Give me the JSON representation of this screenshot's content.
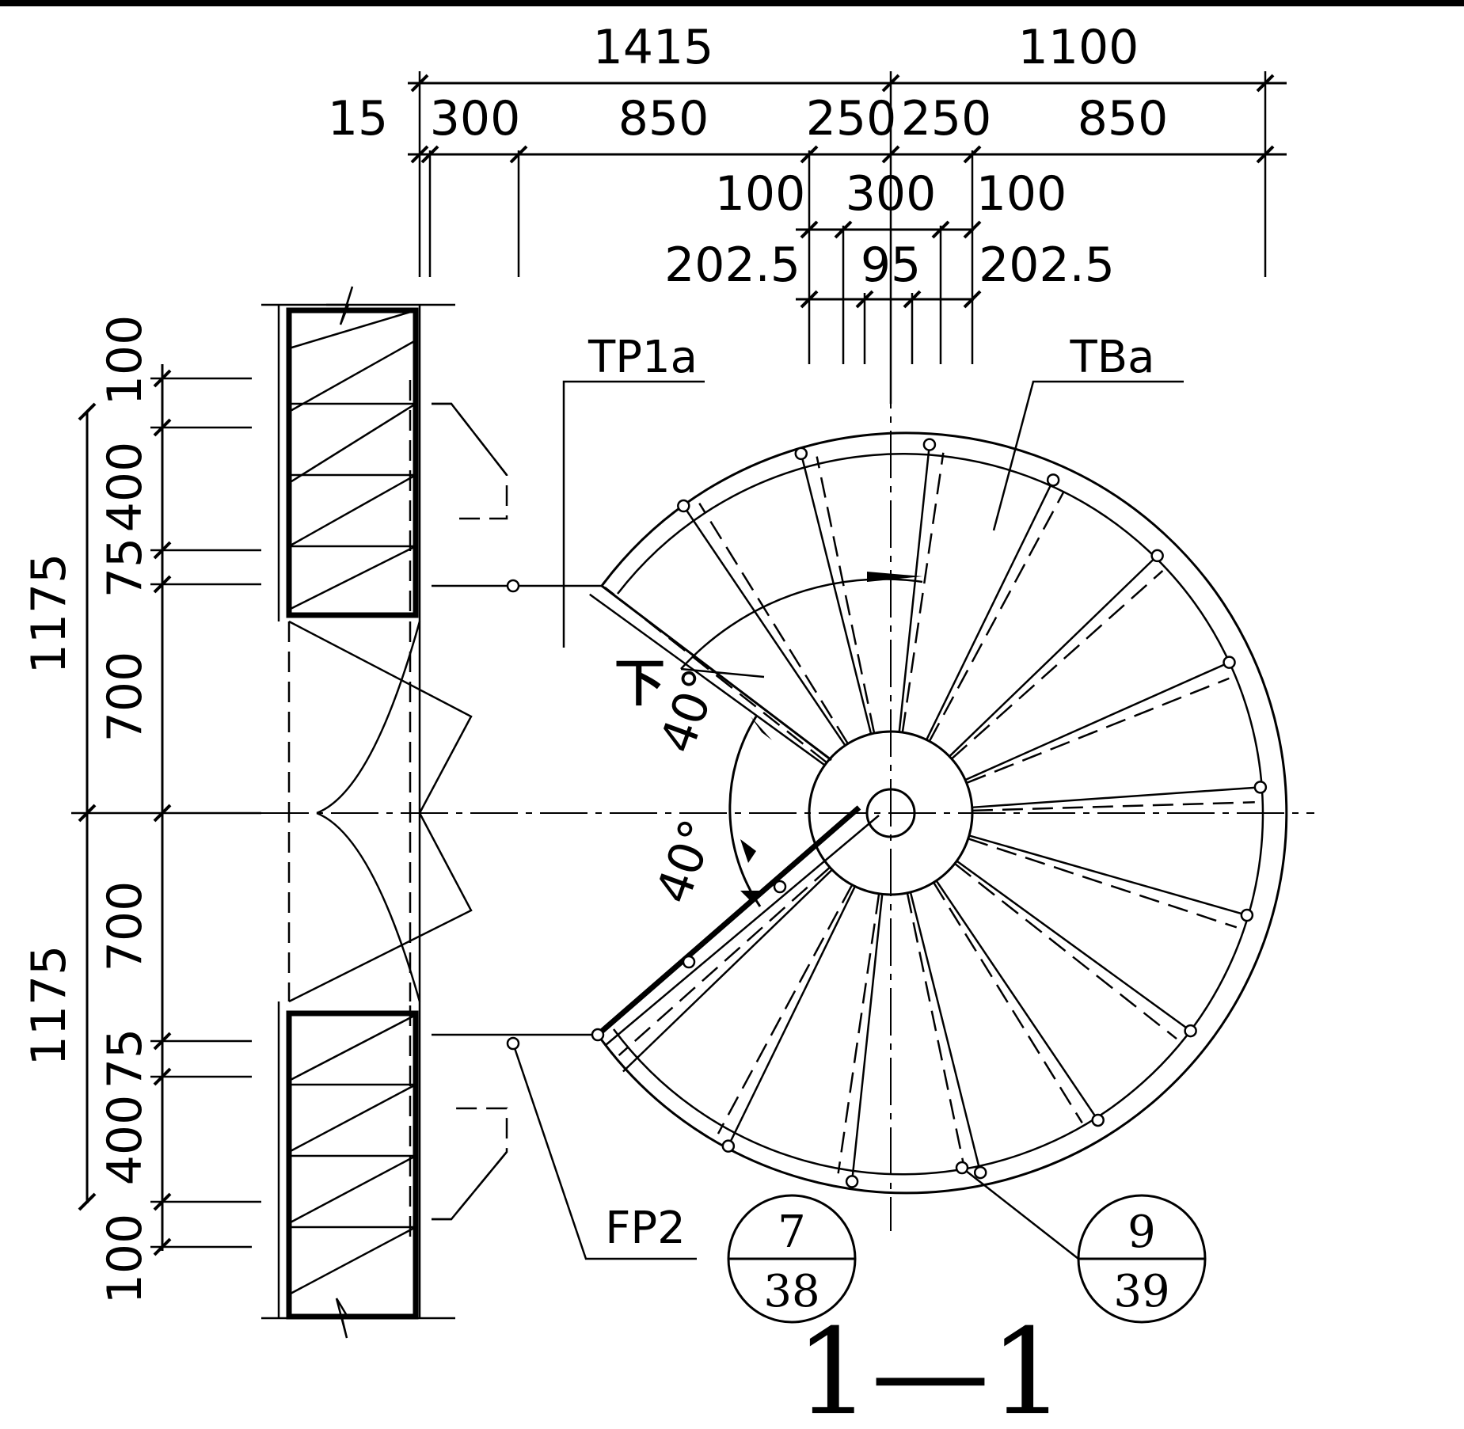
{
  "top_dimensions": {
    "overall": [
      "1415",
      "1100"
    ],
    "row1": [
      "15",
      "300",
      "850",
      "250",
      "250",
      "850"
    ],
    "row2": [
      "100",
      "300",
      "100"
    ],
    "row3": [
      "202.5",
      "95",
      "202.5"
    ]
  },
  "left_dimensions": {
    "outer": [
      "1175",
      "1175"
    ],
    "inner_upper": [
      "100",
      "400",
      "75",
      "700"
    ],
    "inner_lower": [
      "700",
      "75",
      "400",
      "100"
    ]
  },
  "labels": {
    "tp": "TP1a",
    "tb": "TBa",
    "fp": "FP2",
    "down_arrow": "下",
    "angle_upper": "40°",
    "angle_lower": "40°"
  },
  "detail_refs": [
    {
      "number": "7",
      "sheet": "38"
    },
    {
      "number": "9",
      "sheet": "39"
    }
  ],
  "title": "1—1"
}
